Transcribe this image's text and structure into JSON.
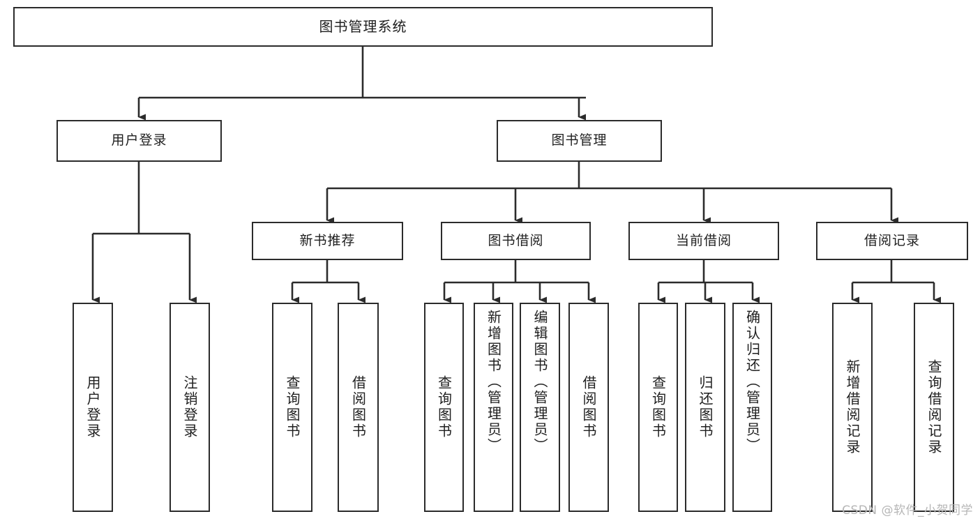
{
  "diagram": {
    "type": "tree",
    "title": "图书管理系统",
    "watermark": "CSDN @软件_小贺同学",
    "colors": {
      "stroke": "#2b2b2b",
      "box_fill": "#ffffff",
      "text": "#1f1f1f",
      "watermark": "#b6b6b6"
    },
    "nodes": {
      "root": {
        "label": "图书管理系统"
      },
      "level2": [
        {
          "id": "user-login",
          "label": "用户登录"
        },
        {
          "id": "book-manage",
          "label": "图书管理"
        }
      ],
      "level3": [
        {
          "id": "new-book-recommend",
          "label": "新书推荐",
          "parent": "book-manage"
        },
        {
          "id": "book-borrow",
          "label": "图书借阅",
          "parent": "book-manage"
        },
        {
          "id": "current-borrow",
          "label": "当前借阅",
          "parent": "book-manage"
        },
        {
          "id": "borrow-record",
          "label": "借阅记录",
          "parent": "book-manage"
        }
      ],
      "leaves": [
        {
          "id": "leaf-user-login",
          "label": "用户登录",
          "parent": "user-login"
        },
        {
          "id": "leaf-logout",
          "label": "注销登录",
          "parent": "user-login"
        },
        {
          "id": "leaf-query-book-1",
          "label": "查询图书",
          "parent": "new-book-recommend"
        },
        {
          "id": "leaf-borrow-book-1",
          "label": "借阅图书",
          "parent": "new-book-recommend"
        },
        {
          "id": "leaf-query-book-2",
          "label": "查询图书",
          "parent": "book-borrow"
        },
        {
          "id": "leaf-add-book",
          "label": "新增图书（管理员）",
          "parent": "book-borrow"
        },
        {
          "id": "leaf-edit-book",
          "label": "编辑图书（管理员）",
          "parent": "book-borrow"
        },
        {
          "id": "leaf-borrow-book-2",
          "label": "借阅图书",
          "parent": "book-borrow"
        },
        {
          "id": "leaf-query-book-3",
          "label": "查询图书",
          "parent": "current-borrow"
        },
        {
          "id": "leaf-return-book",
          "label": "归还图书",
          "parent": "current-borrow"
        },
        {
          "id": "leaf-confirm-return",
          "label": "确认归还（管理员）",
          "parent": "current-borrow"
        },
        {
          "id": "leaf-add-record",
          "label": "新增借阅记录",
          "parent": "borrow-record"
        },
        {
          "id": "leaf-query-record",
          "label": "查询借阅记录",
          "parent": "borrow-record"
        }
      ]
    }
  }
}
